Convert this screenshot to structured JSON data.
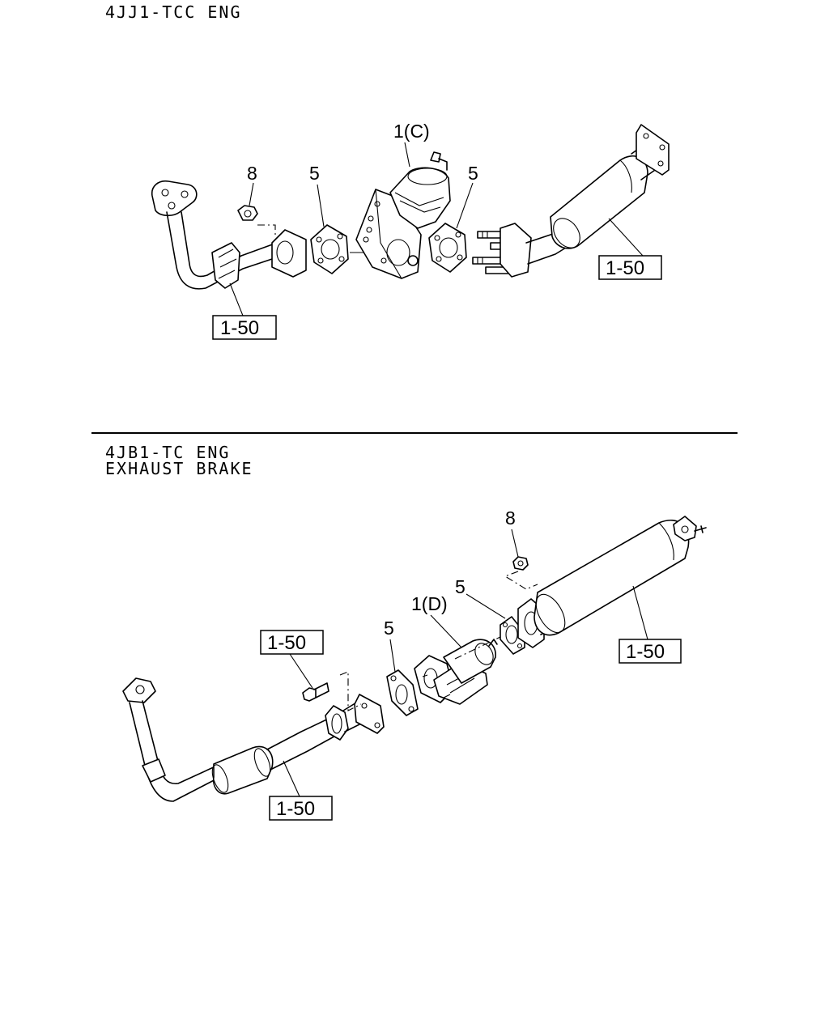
{
  "section_top": {
    "title": "4JJ1-TCC ENG",
    "callouts": {
      "item_1c": "1(C)",
      "item_8": "8",
      "item_5a": "5",
      "item_5b": "5"
    },
    "refs": [
      "1-50",
      "1-50"
    ]
  },
  "section_bottom": {
    "title_line1": "4JB1-TC ENG",
    "title_line2": "EXHAUST BRAKE",
    "callouts": {
      "item_8": "8",
      "item_5a": "5",
      "item_5b": "5",
      "item_1d": "1(D)"
    },
    "refs": [
      "1-50",
      "1-50",
      "1-50"
    ]
  },
  "colors": {
    "line": "#000000",
    "background": "#ffffff"
  }
}
